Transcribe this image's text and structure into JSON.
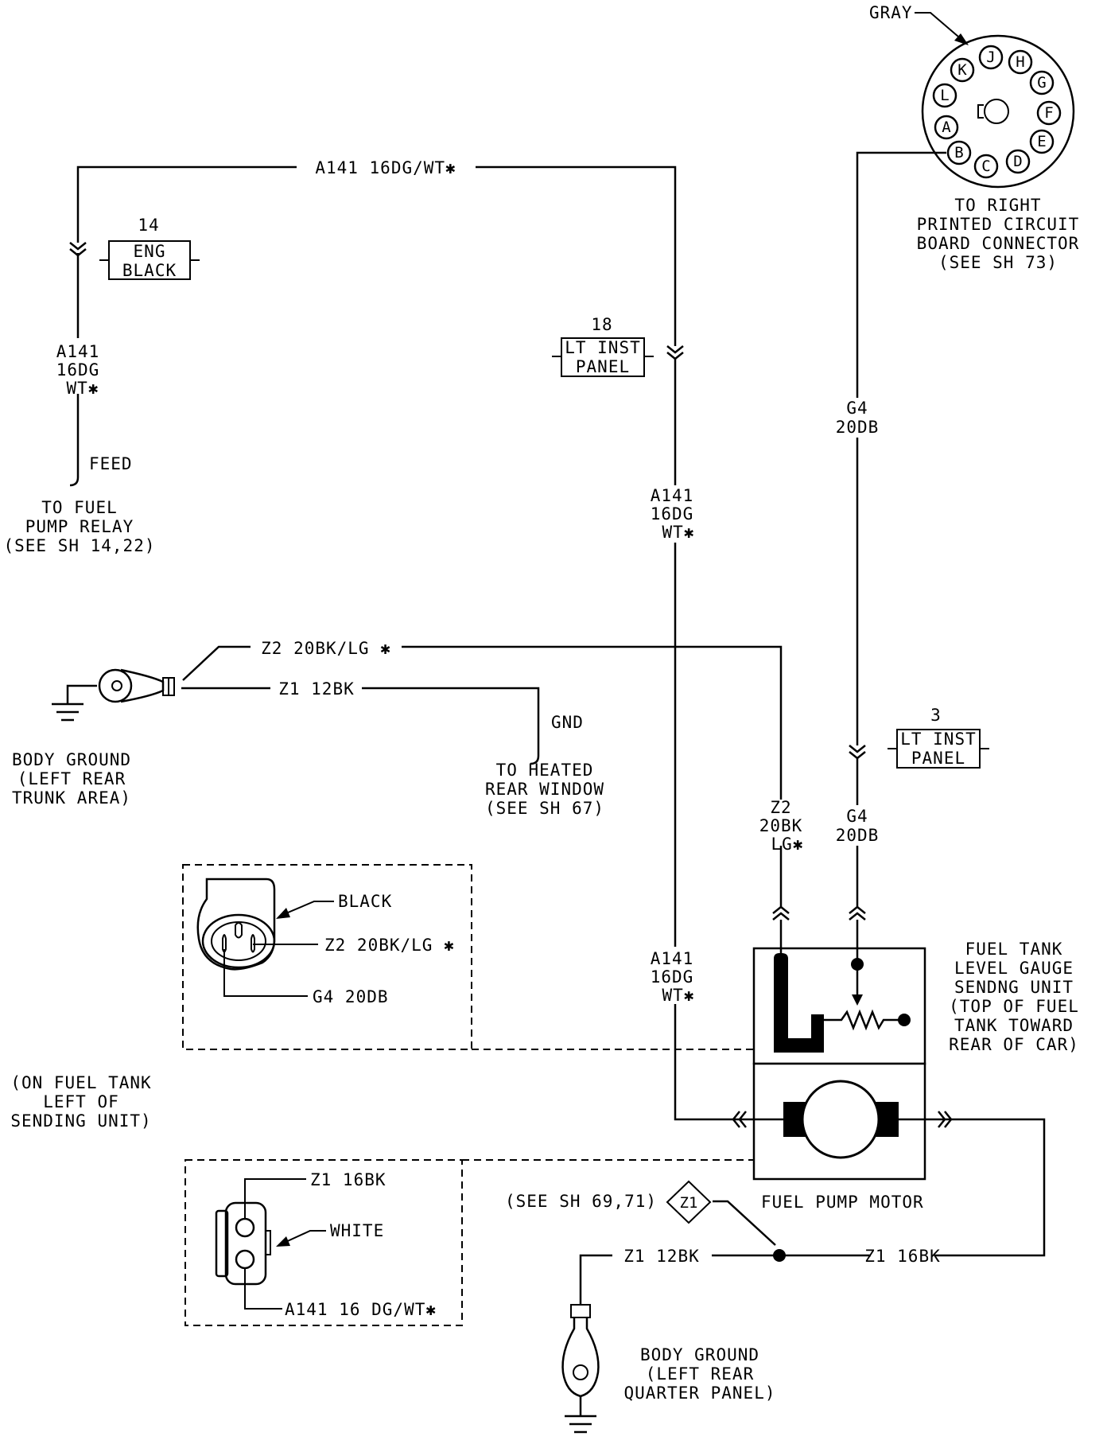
{
  "colors": {
    "ink": "#000000",
    "paper": "#ffffff"
  },
  "labels": {
    "gray": "GRAY",
    "pcb_connector": [
      "TO RIGHT",
      "PRINTED CIRCUIT",
      "BOARD CONNECTOR",
      "(SEE SH 73)"
    ],
    "top_wire": "A141 16DG/WT✱",
    "left_wire": [
      "A141",
      "16DG",
      "WT✱"
    ],
    "feed": "FEED",
    "fuel_pump_relay": [
      "TO FUEL",
      "PUMP RELAY",
      "(SEE SH 14,22)"
    ],
    "mid_wire_upper": [
      "A141",
      "16DG",
      "WT✱"
    ],
    "mid_wire_lower": [
      "A141",
      "16DG",
      "WT✱"
    ],
    "g4_upper": [
      "G4",
      "20DB"
    ],
    "g4_lower": [
      "G4",
      "20DB"
    ],
    "z2_top": "Z2 20BK/LG ✱",
    "z1_12bk": "Z1 12BK",
    "gnd": "GND",
    "heated_rear_window": [
      "TO HEATED",
      "REAR WINDOW",
      "(SEE SH 67)"
    ],
    "body_ground_trunk": [
      "BODY GROUND",
      "(LEFT REAR",
      "TRUNK AREA)"
    ],
    "z2_vertical": [
      "Z2",
      "20BK",
      "LG✱"
    ],
    "sending_unit": [
      "FUEL TANK",
      "LEVEL GAUGE",
      "SENDNG UNIT",
      "(TOP OF FUEL",
      "TANK TOWARD",
      "REAR OF CAR)"
    ],
    "black_conn": {
      "color": "BLACK",
      "pin1": "Z2 20BK/LG ✱",
      "pin2": "G4 20DB"
    },
    "on_fuel_tank": [
      "(ON FUEL TANK",
      "LEFT OF",
      "SENDING UNIT)"
    ],
    "white_conn": {
      "color": "WHITE",
      "pin1": "Z1 16BK",
      "pin2": "A141 16 DG/WT✱"
    },
    "see_sh_69": "(SEE SH 69,71)",
    "splice_z1": "Z1",
    "fuel_pump_motor": "FUEL PUMP MOTOR",
    "z1_12bk_bottom": "Z1 12BK",
    "z1_16bk_bottom": "Z1 16BK",
    "body_ground_quarter": [
      "BODY GROUND",
      "(LEFT REAR",
      "QUARTER PANEL)"
    ]
  },
  "connectors": {
    "c14": {
      "num": "14",
      "line1": "ENG",
      "line2": "BLACK"
    },
    "c18": {
      "num": "18",
      "line1": "LT INST",
      "line2": "PANEL"
    },
    "c3": {
      "num": "3",
      "line1": "LT INST",
      "line2": "PANEL"
    }
  },
  "pins": [
    "A",
    "B",
    "C",
    "D",
    "E",
    "F",
    "G",
    "H",
    "J",
    "K",
    "L"
  ]
}
